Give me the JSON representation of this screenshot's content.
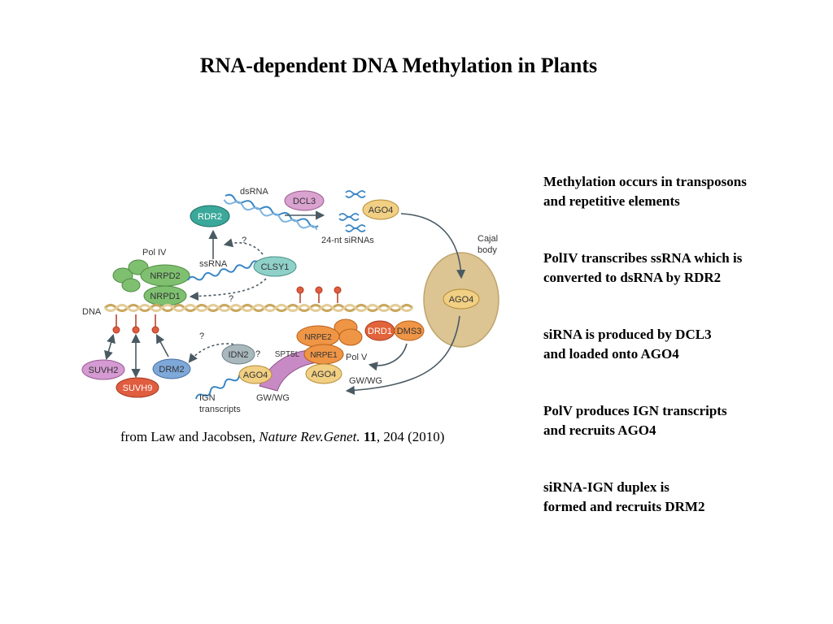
{
  "title": "RNA-dependent DNA Methylation in Plants",
  "notes": [
    {
      "line1": "Methylation occurs in transposons",
      "line2": "and repetitive elements"
    },
    {
      "line1": "PolIV transcribes ssRNA which is",
      "line2": "converted to dsRNA by RDR2"
    },
    {
      "line1": "siRNA is produced by DCL3",
      "line2": "and loaded onto AGO4"
    },
    {
      "line1": "PolV produces IGN transcripts",
      "line2": "and recruits AGO4"
    },
    {
      "line1": "siRNA-IGN duplex is",
      "line2": "formed and recruits DRM2"
    }
  ],
  "citation": {
    "prefix": "from  Law and Jacobsen, ",
    "journal": "Nature Rev.Genet.",
    "volume": "11",
    "suffix": ", 204 (2010)"
  },
  "diagram": {
    "labels": {
      "dsrna": "dsRNA",
      "dcl3": "DCL3",
      "ago4_top": "AGO4",
      "rdr2": "RDR2",
      "sirnas": "24-nt siRNAs",
      "cajal": "Cajal",
      "body": "body",
      "pol_iv": "Pol IV",
      "ssrna": "ssRNA",
      "q1": "?",
      "q2": "?",
      "q3": "?",
      "q4": "?",
      "clsy1": "CLSY1",
      "nrpd2": "NRPD2",
      "nrpd1": "NRPD1",
      "dna": "DNA",
      "ago4_cajal": "AGO4",
      "nrpe2": "NRPE2",
      "drd1": "DRD1",
      "dms3": "DMS3",
      "nrpe1": "NRPE1",
      "pol_v": "Pol V",
      "spt5l": "SPT5L",
      "idn2": "IDN2",
      "ago4_left": "AGO4",
      "ago4_right": "AGO4",
      "gwwg_right": "GW/WG",
      "gwwg_left": "GW/WG",
      "suvh2": "SUVH2",
      "drm2": "DRM2",
      "suvh9": "SUVH9",
      "ign": "IGN",
      "transcripts": "transcripts"
    },
    "colors": {
      "rdr2": "#3aa89a",
      "dcl3": "#d9a2cf",
      "ago4": "#f1cf83",
      "pol_iv": "#7fc070",
      "clsy1": "#8fd0c8",
      "cajal": "#dcc493",
      "pol_v": "#ef9546",
      "drd1": "#e2643a",
      "idn2": "#a8b8bd",
      "spt5l": "#c88ac4",
      "suvh2": "#d49ad1",
      "drm2": "#7ea8da",
      "suvh9": "#e05d40",
      "dna": "#d7b97c",
      "rna": "#3a86c4",
      "arrow": "#4a5a63"
    }
  }
}
